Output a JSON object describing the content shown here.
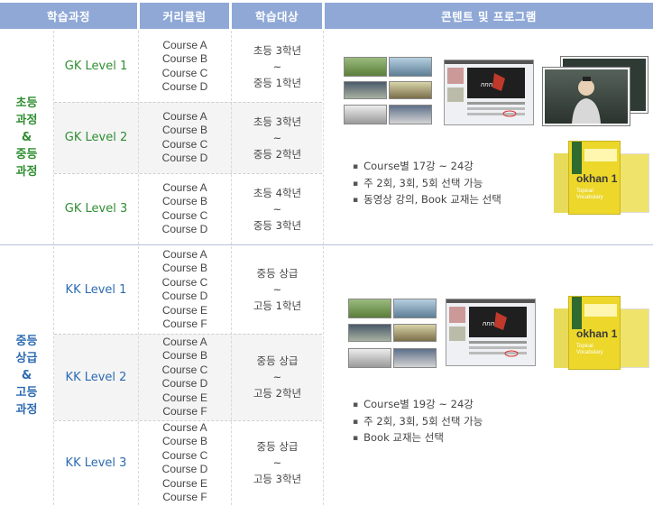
{
  "headers": {
    "process": "학습과정",
    "curriculum": "커리큘럼",
    "target": "학습대상",
    "content": "콘텐트 및 프로그램"
  },
  "categories": [
    {
      "label_lines": [
        "초등",
        "과정",
        "&",
        "중등",
        "과정"
      ]
    },
    {
      "label_lines": [
        "중등",
        "상급",
        "&",
        "고등",
        "과정"
      ]
    }
  ],
  "levels": [
    {
      "name": "GK Level 1",
      "courses": [
        "Course A",
        "Course B",
        "Course C",
        "Course D"
      ],
      "target": [
        "초등 3학년",
        "~",
        "중등 1학년"
      ]
    },
    {
      "name": "GK Level 2",
      "courses": [
        "Course A",
        "Course B",
        "Course C",
        "Course D"
      ],
      "target": [
        "초등 3학년",
        "~",
        "중등 2학년"
      ]
    },
    {
      "name": "GK Level 3",
      "courses": [
        "Course A",
        "Course B",
        "Course C",
        "Course D"
      ],
      "target": [
        "초등 4학년",
        "~",
        "중등 3학년"
      ]
    },
    {
      "name": "KK Level 1",
      "courses": [
        "Course A",
        "Course B",
        "Course C",
        "Course D",
        "Course E",
        "Course F"
      ],
      "target": [
        "중등 상급",
        "~",
        "고등 1학년"
      ]
    },
    {
      "name": "KK Level 2",
      "courses": [
        "Course A",
        "Course B",
        "Course C",
        "Course D",
        "Course E",
        "Course F"
      ],
      "target": [
        "중등 상급",
        "~",
        "고등 2학년"
      ]
    },
    {
      "name": "KK Level 3",
      "courses": [
        "Course A",
        "Course B",
        "Course C",
        "Course D",
        "Course E",
        "Course F"
      ],
      "target": [
        "중등 상급",
        "~",
        "고등 3학년"
      ]
    }
  ],
  "programs": [
    {
      "bullets": [
        "Course별 17강 ~ 24강",
        "주 2회, 3회, 5회 선택 가능",
        "동영상 강의, Book 교재는 선택"
      ]
    },
    {
      "bullets": [
        "Course별 19강 ~ 24강",
        "주 2회, 3회, 5회 선택 가능",
        "Book 교재는 선택"
      ]
    }
  ],
  "book": {
    "title_a": "okhan",
    "title_num": "1",
    "subtitle_1": "Topical",
    "subtitle_2": "Vocabulary"
  },
  "colors": {
    "header_bg": "#8fa8d6",
    "green": "#2f8e32",
    "blue": "#2d6bb1",
    "book_yellow": "#ecd72a"
  }
}
